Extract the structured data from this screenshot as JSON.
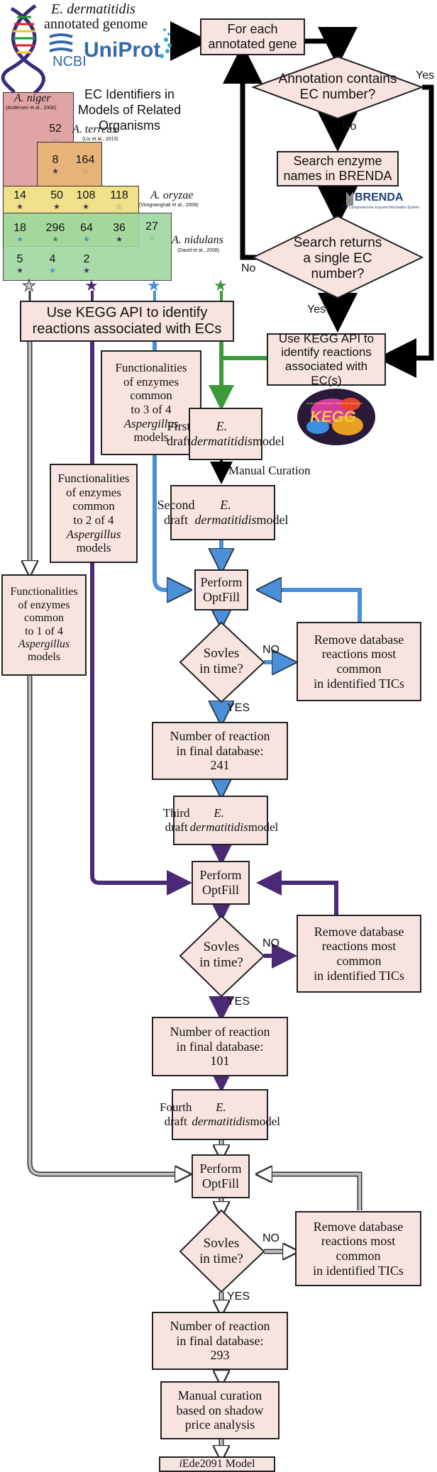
{
  "title": {
    "line1": "E. dermatitidis",
    "line2": "annotated genome"
  },
  "logos": {
    "ncbi": "NCBI",
    "uniprot": "UniProt",
    "brenda": "BRENDA",
    "brenda_sub": "The Comprehensive Enzyme Information System",
    "kegg": "KEGG",
    "kegg_sub": "Kyoto Encyclopedia of Genes and Genomes"
  },
  "ec_heading": "EC Identifiers in\nModels of Related\nOrganisms",
  "species": [
    {
      "name": "A. niger",
      "cite": "(Andersen et al., 2008)"
    },
    {
      "name": "A. terreus",
      "cite": "(Liu et al., 2013)"
    },
    {
      "name": "A. oryzae",
      "cite": "(Vongsangnak et al., 2008)"
    },
    {
      "name": "A. nidulans",
      "cite": "(David et al., 2008)"
    }
  ],
  "venn_cells": [
    {
      "value": "52",
      "star": "☆"
    },
    {
      "value": "8",
      "star": "★"
    },
    {
      "value": "164",
      "star": "☆"
    },
    {
      "value": "14",
      "star": "★"
    },
    {
      "value": "50",
      "star": "★"
    },
    {
      "value": "108",
      "star": "★"
    },
    {
      "value": "118",
      "star": "☆"
    },
    {
      "value": "18",
      "star": "★"
    },
    {
      "value": "296",
      "star": "★"
    },
    {
      "value": "64",
      "star": "★"
    },
    {
      "value": "36",
      "star": "★"
    },
    {
      "value": "27",
      "star": "☆"
    },
    {
      "value": "5",
      "star": "★"
    },
    {
      "value": "4",
      "star": "★"
    },
    {
      "value": "2",
      "star": "★"
    }
  ],
  "colors": {
    "gray": "#bdbdbd",
    "purple": "#4b2a75",
    "blue": "#4a8fd8",
    "green": "#3b9a3a",
    "box_fill": "#f7e4e1",
    "black": "#000000"
  },
  "flow": {
    "for_each": "For each\nannotated gene",
    "annotation_q": "Annotation contains\nEC number?",
    "search_brenda": "Search enzyme\nnames in BRENDA",
    "search_returns_q": "Search returns\na single EC\nnumber?",
    "kegg_right": "Use KEGG API to\nidentify reactions\nassociated with EC(s)",
    "kegg_left": "Use KEGG API to identify\nreactions associated with ECs",
    "yes": "Yes",
    "no": "No",
    "func3": "Functionalities\nof enzymes\ncommon\nto 3 of 4\nAspergillus\nmodels",
    "func2": "Functionalities\nof enzymes\ncommon\nto 2 of 4\nAspergillus\nmodels",
    "func1": "Functionalities\nof enzymes\ncommon\nto 1 of 4\nAspergillus\nmodels",
    "first_draft": "First draft\nE. dermatitidis\nmodel",
    "manual_curation": "Manual Curation",
    "second_draft": "Second draft\nE. dermatitidis\nmodel",
    "third_draft": "Third draft\nE. dermatitidis\nmodel",
    "fourth_draft": "Fourth draft\nE. dermatitidis\nmodel",
    "perform": "Perform\nOptFill",
    "solves": "Sovles\nin time?",
    "YES": "YES",
    "NO": "NO",
    "remove": "Remove  database\nreactions most\ncommon\nin identified TICs",
    "remove2": "Remove database\nreactions most\ncommon\nin identified TICs",
    "final241": "Number of reaction\nin final database:\n241",
    "final101": "Number of reaction\nin final database:\n101",
    "final293": "Number of reaction\nin final database:\n293",
    "shadow": "Manual curation\nbased on shadow\nprice analysis",
    "model": "iEde2091 Model"
  }
}
